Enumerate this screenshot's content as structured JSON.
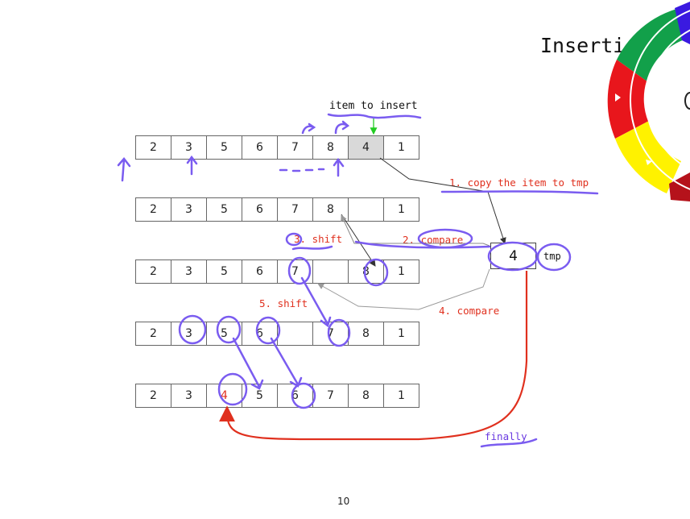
{
  "slide": {
    "title": "Inserti",
    "item_to_insert": "item to insert",
    "page_number": "10"
  },
  "arrays": [
    {
      "cells": [
        "2",
        "3",
        "5",
        "6",
        "7",
        "8",
        "4",
        "1"
      ]
    },
    {
      "cells": [
        "2",
        "3",
        "5",
        "6",
        "7",
        "8",
        "",
        "1"
      ]
    },
    {
      "cells": [
        "2",
        "3",
        "5",
        "6",
        "7",
        "",
        "8",
        "1"
      ]
    },
    {
      "cells": [
        "2",
        "3",
        "5",
        "6",
        "",
        "7",
        "8",
        "1"
      ]
    },
    {
      "cells": [
        "2",
        "3",
        "4",
        "5",
        "6",
        "7",
        "8",
        "1"
      ]
    }
  ],
  "steps": {
    "copy": "1. copy the item to tmp",
    "compare1": "2. compare",
    "shift1": "3. shift",
    "compare2": "4. compare",
    "shift2": "5. shift",
    "finally": "finally"
  },
  "tmp": {
    "value": "4",
    "label": "tmp"
  },
  "colors": {
    "slide_text_red": "#e0301e",
    "highlight_cell": "#d9d9d9",
    "annotation_ink": "#7a5cf0",
    "final_arrow": "#e0301e",
    "pointer_green": "#22cc22",
    "wheel_green": "#12a04a",
    "wheel_red": "#e8161c",
    "wheel_yellow": "#fff200",
    "wheel_blue": "#3a1ae0",
    "wheel_darkred": "#b5121b"
  },
  "icons": [
    "color-wheel-icon"
  ]
}
